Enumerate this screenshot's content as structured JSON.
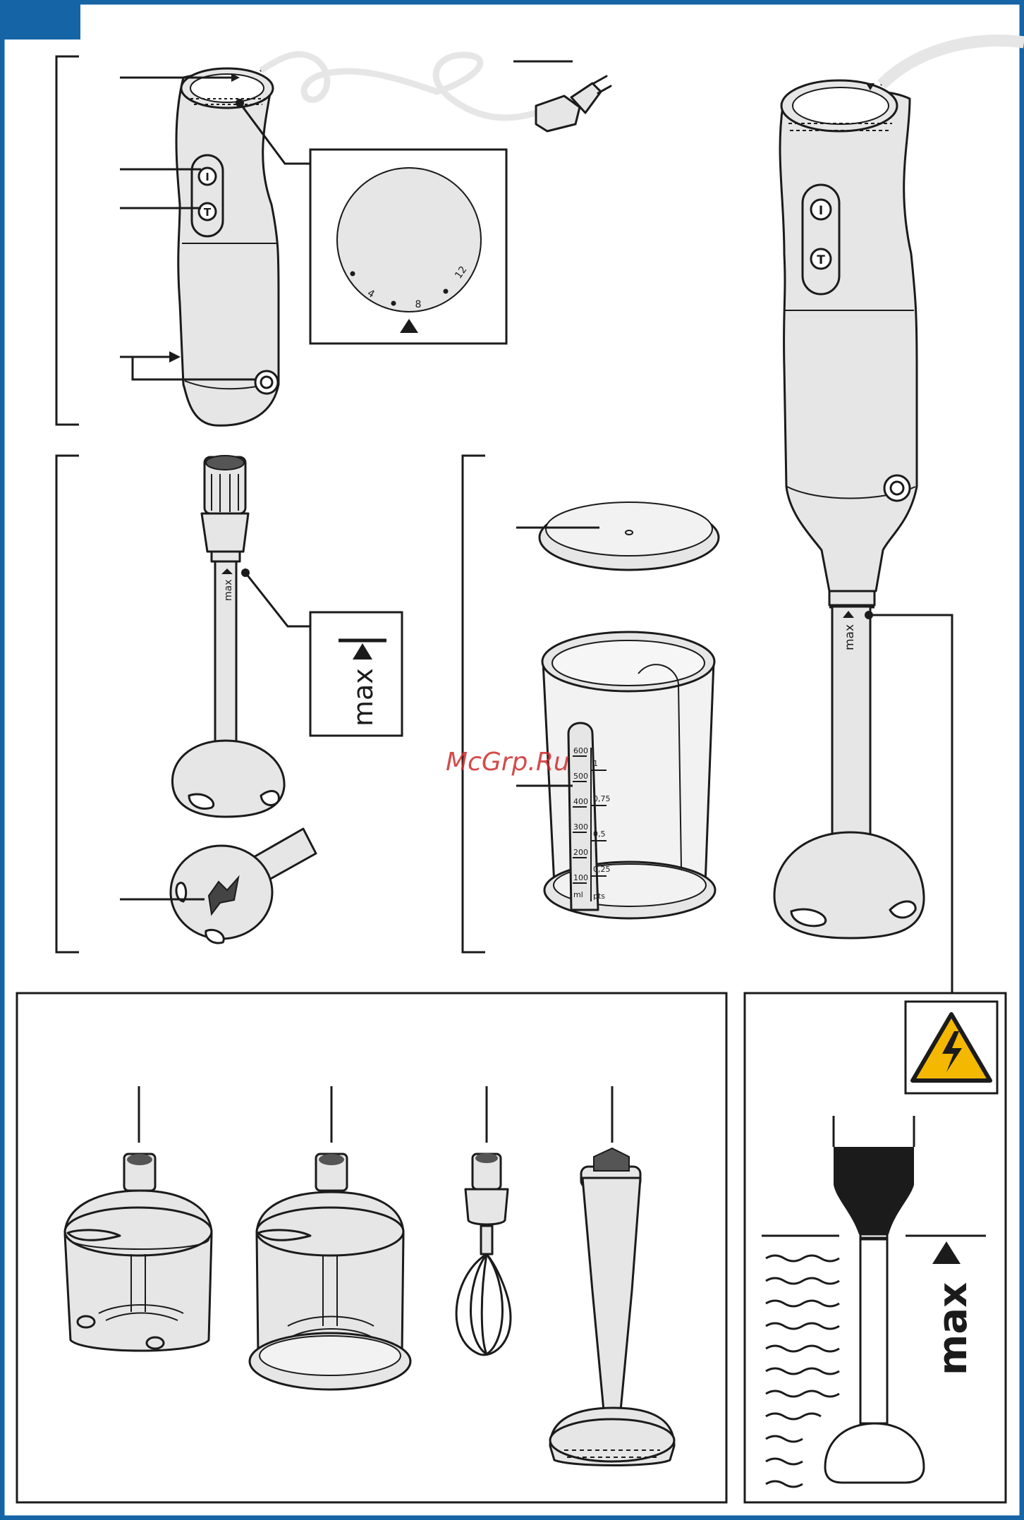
{
  "colors": {
    "border": "#1565a6",
    "ink": "#1b1b1b",
    "part_fill": "#e6e6e6",
    "warning": "#f5b800",
    "watermark": "#cc2b2b"
  },
  "speed_dial": {
    "marks": [
      "4",
      "8",
      "12"
    ],
    "pointer_icon": "triangle-up-icon"
  },
  "handle_buttons": {
    "turbo_symbol": "T",
    "on_symbol": "I"
  },
  "fill_marks": {
    "shaft_label": "max",
    "zoom_label": "max",
    "warning_panel_label": "max"
  },
  "beaker": {
    "ml_ticks": [
      "600",
      "500",
      "400",
      "300",
      "200",
      "100"
    ],
    "ml_unit": "ml",
    "pts_ticks": [
      "1",
      "0,75",
      "0,5",
      "0,25"
    ],
    "pts_unit": "pts"
  },
  "watermark": "McGrp.Ru",
  "warning_icon": "electric-hazard-icon"
}
